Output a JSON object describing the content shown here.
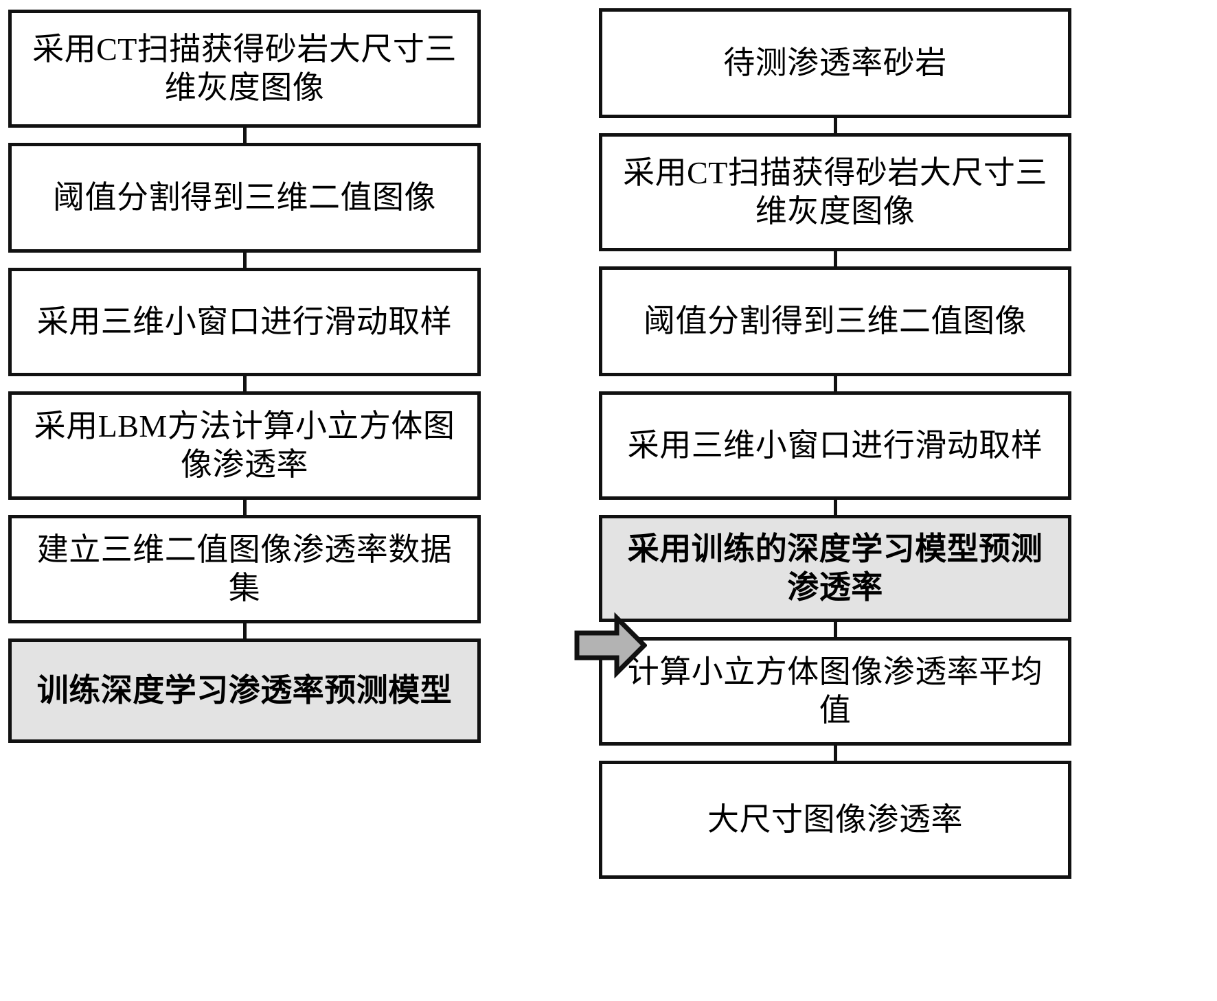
{
  "diagram": {
    "type": "flowchart",
    "orientation": "two-column vertical flow, left column feeds right column",
    "colors": {
      "box_border": "#111111",
      "box_fill": "#ffffff",
      "highlight_fill": "#e3e3e3",
      "arrow_fill": "#b3b3b3",
      "arrow_stroke": "#111111",
      "text": "#000000"
    },
    "left_column": {
      "name": "training-workflow",
      "nodes": [
        {
          "id": "l1",
          "text": "采用CT扫描获得砂岩大尺寸三维灰度图像",
          "highlight": false
        },
        {
          "id": "l2",
          "text": "阈值分割得到三维二值图像",
          "highlight": false
        },
        {
          "id": "l3",
          "text": "采用三维小窗口进行滑动取样",
          "highlight": false
        },
        {
          "id": "l4",
          "text": "采用LBM方法计算小立方体图像渗透率",
          "highlight": false
        },
        {
          "id": "l5",
          "text": "建立三维二值图像渗透率数据集",
          "highlight": false
        },
        {
          "id": "l6",
          "text": "训练深度学习渗透率预测模型",
          "highlight": true
        }
      ]
    },
    "right_column": {
      "name": "prediction-workflow",
      "nodes": [
        {
          "id": "r1",
          "text": "待测渗透率砂岩",
          "highlight": false
        },
        {
          "id": "r2",
          "text": "采用CT扫描获得砂岩大尺寸三维灰度图像",
          "highlight": false
        },
        {
          "id": "r3",
          "text": "阈值分割得到三维二值图像",
          "highlight": false
        },
        {
          "id": "r4",
          "text": "采用三维小窗口进行滑动取样",
          "highlight": false
        },
        {
          "id": "r5",
          "text": "采用训练的深度学习模型预测渗透率",
          "highlight": true
        },
        {
          "id": "r6",
          "text": "计算小立方体图像渗透率平均值",
          "highlight": false
        },
        {
          "id": "r7",
          "text": "大尺寸图像渗透率",
          "highlight": false
        }
      ]
    },
    "transition_arrow": {
      "icon": "right-arrow-icon",
      "from": "l6",
      "to": "r5",
      "direction": "right"
    }
  }
}
